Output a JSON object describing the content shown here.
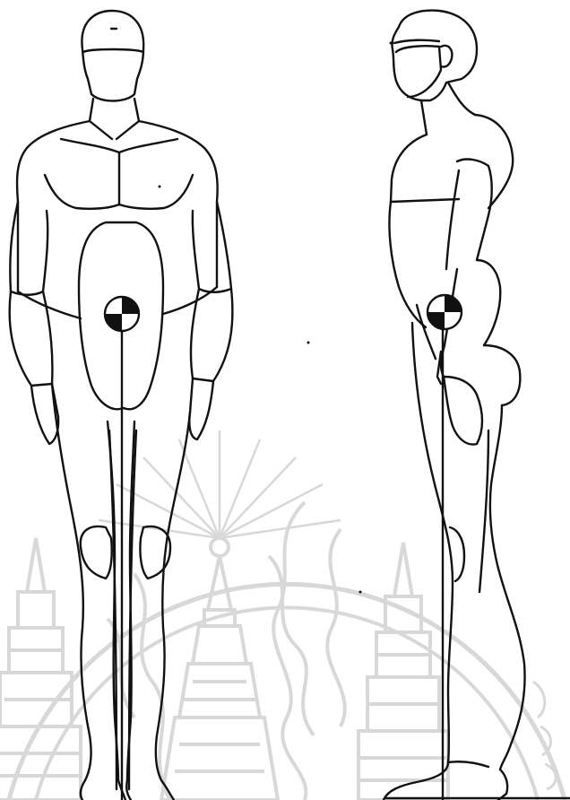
{
  "figures": [
    {
      "id": "front-view"
    },
    {
      "id": "side-view"
    }
  ],
  "watermark": {
    "type": "university-seal",
    "text": ""
  },
  "colors": {
    "line": "#111111",
    "watermark": "#d8d8d8",
    "background": "#ffffff",
    "hip_marker_fill": "#111111"
  }
}
